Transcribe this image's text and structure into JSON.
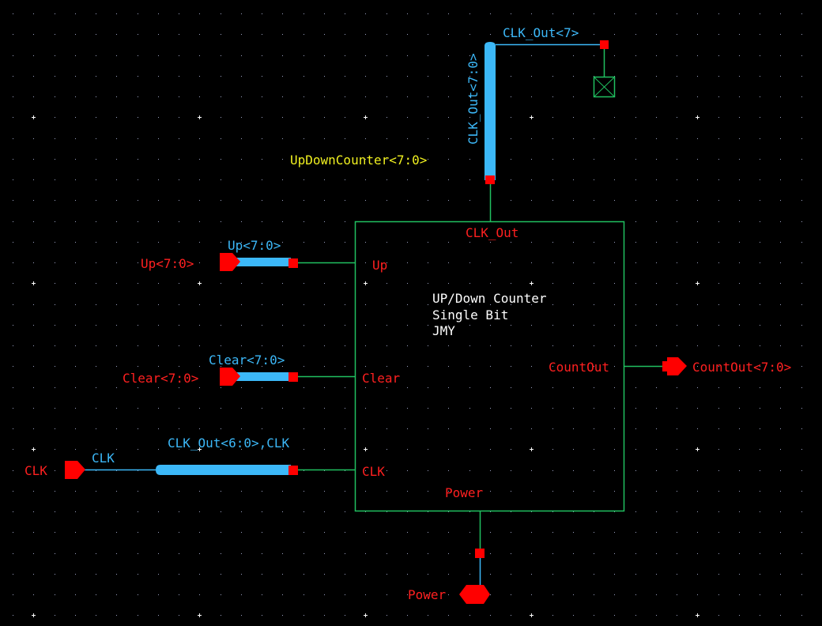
{
  "colors": {
    "background": "#000000",
    "grid_dot": "#9aa0c0",
    "grid_major": "#ffffff",
    "wire_green": "#20c060",
    "bus_blue": "#3cb8f8",
    "pin_red": "#ff0000",
    "label_red": "#ff2020",
    "label_blue": "#3cb8f8",
    "label_yellow": "#f0f020",
    "label_white": "#ffffff"
  },
  "instance": {
    "name": "UpDownCounter<7:0>",
    "description_lines": [
      "UP/Down Counter",
      "Single Bit",
      "JMY"
    ],
    "pins": {
      "top": "CLK_Out",
      "left": [
        "Up",
        "Clear",
        "CLK"
      ],
      "right": "CountOut",
      "bottom": "Power"
    }
  },
  "ports": {
    "up": "Up<7:0>",
    "clear": "Clear<7:0>",
    "clk": "CLK",
    "count_out": "CountOut<7:0>",
    "power": "Power"
  },
  "nets": {
    "up_bus": "Up<7:0>",
    "clear_bus": "Clear<7:0>",
    "clk_wire": "CLK",
    "clk_bus": "CLK_Out<6:0>,CLK",
    "clk_out_bus": "CLK_Out<7:0>",
    "clk_out_bit": "CLK_Out<7>"
  },
  "noconn": {
    "symbol": "no-connect-terminator"
  }
}
